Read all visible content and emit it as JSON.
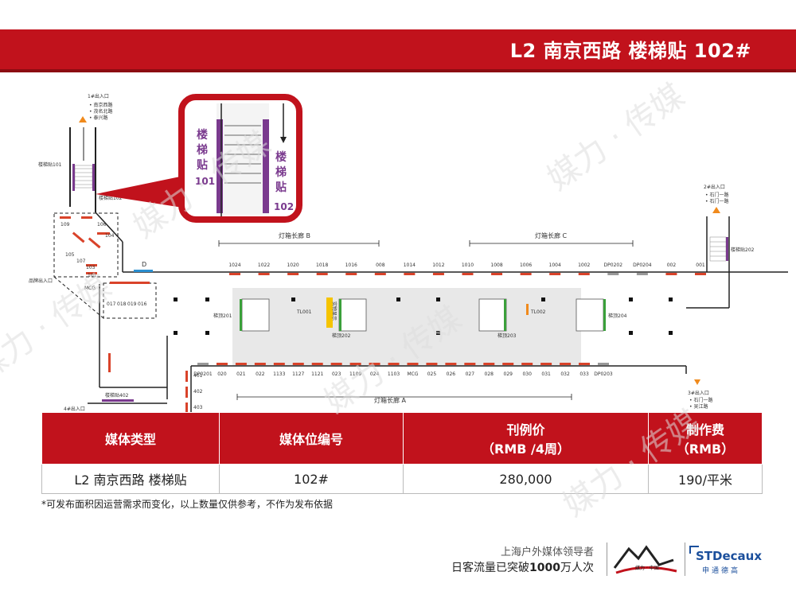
{
  "header": {
    "title": "L2 南京西路 楼梯贴 102#"
  },
  "map": {
    "exits": [
      {
        "label": "1#出入口",
        "streets": [
          "• 南京西路",
          "• 茂名北路",
          "• 泰兴路"
        ]
      },
      {
        "label": "2#出入口",
        "streets": [
          "• 石门一路",
          "• 石门一路"
        ]
      },
      {
        "label": "3#出入口",
        "streets": [
          "• 石门一路",
          "• 吴江路"
        ]
      },
      {
        "label": "4#出入口",
        "streets": []
      }
    ],
    "callout": {
      "left_label": "楼梯贴101",
      "right_label": "楼梯贴102"
    },
    "stair_labels": {
      "s101": "楼梯贴101",
      "s102": "楼梯贴102",
      "s202": "楼梯贴202",
      "s402": "楼梯贴402"
    },
    "brand_exit": "品牌出入口",
    "corridors": {
      "a": "灯箱长廊 A",
      "b": "灯箱长廊 B",
      "c": "灯箱长廊 C"
    },
    "top_codes": [
      "1024",
      "1022",
      "1020",
      "1018",
      "1016",
      "008",
      "1014",
      "1012",
      "1010",
      "1008",
      "1006",
      "1004",
      "1002",
      "DP0202",
      "DP0204",
      "002",
      "001"
    ],
    "bottom_codes": [
      "DP0201",
      "020",
      "021",
      "022",
      "1133",
      "1127",
      "1121",
      "023",
      "1109",
      "024",
      "1103",
      "MCG",
      "025",
      "026",
      "027",
      "028",
      "029",
      "030",
      "031",
      "032",
      "033",
      "DP0203"
    ],
    "left_codes": [
      "109",
      "106",
      "104",
      "105",
      "107",
      "103",
      "101",
      "MCG",
      "017",
      "018",
      "019",
      "016",
      "D"
    ],
    "side_codes": [
      "401",
      "402",
      "403"
    ],
    "platform": {
      "stair201": "梯顶201",
      "stair202": "梯顶202",
      "stair203": "梯顶203",
      "stair204": "梯顶204",
      "tl001": "TL001",
      "tl002": "TL002",
      "display": "实物显示"
    }
  },
  "table": {
    "headers": [
      "媒体类型",
      "媒体位编号",
      "刊例价\n（RMB /4周）",
      "制作费\n（RMB）"
    ],
    "h3_line1": "刊例价",
    "h3_line2": "（RMB /4周）",
    "h4_line1": "制作费",
    "h4_line2": "（RMB）",
    "row": {
      "type": "L2 南京西路 楼梯贴",
      "code": "102#",
      "price": "280,000",
      "fee": "190/平米"
    }
  },
  "note": "*可发布面积因运营需求而变化，以上数量仅供参考，不作为发布依据",
  "footer": {
    "slogan1": "上海户外媒体领导者",
    "slogan2_pre": "日客流量已突破",
    "slogan2_num": "1000",
    "slogan2_post": "万人次",
    "brand1": "媒力 · 中国",
    "brand2": "STDecaux",
    "brand2_sub": "申通德高"
  },
  "watermark": "媒力 · 传媒",
  "colors": {
    "brand_red": "#c1121c",
    "stdecaux_blue": "#1b4f9c",
    "stair_purple": "#7a3a8e"
  }
}
